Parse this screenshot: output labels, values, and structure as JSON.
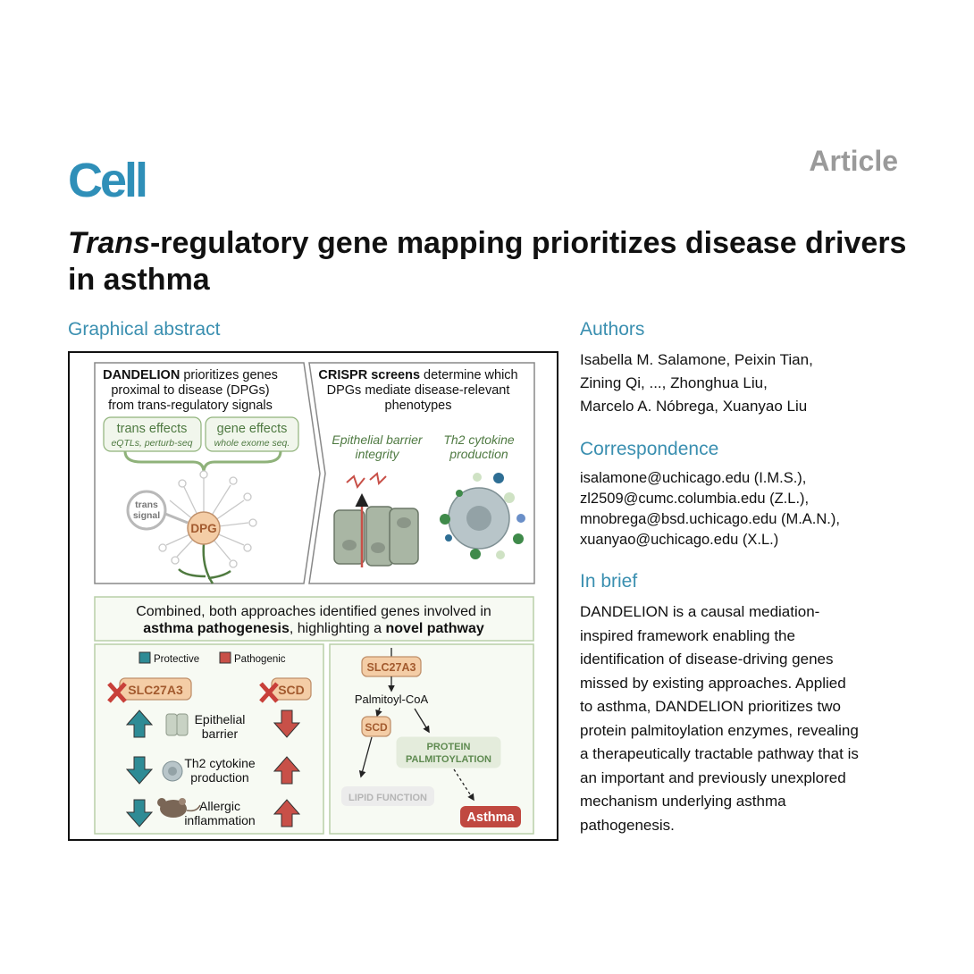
{
  "journal": "Cell",
  "article_type": "Article",
  "title": {
    "italic": "Trans",
    "rest": "-regulatory gene mapping prioritizes disease drivers in asthma"
  },
  "graphical_abstract": {
    "heading": "Graphical abstract",
    "panel1": {
      "line1_bold": "DANDELION",
      "line1_rest": " prioritizes genes",
      "line2": "proximal to disease (DPGs)",
      "line3": "from trans-regulatory signals",
      "trans_title": "trans effects",
      "trans_sub": "eQTLs, perturb-seq",
      "gene_title": "gene effects",
      "gene_sub": "whole exome seq.",
      "trans_signal_1": "trans",
      "trans_signal_2": "signal",
      "dpg": "DPG"
    },
    "panel2": {
      "line1_bold": "CRISPR screens",
      "line1_rest": " determine which",
      "line2": "DPGs mediate disease-relevant",
      "line3": "phenotypes",
      "epi_1": "Epithelial barrier",
      "epi_2": "integrity",
      "th2_1": "Th2 cytokine",
      "th2_2": "production"
    },
    "combined": {
      "line1": "Combined, both approaches identified genes involved in",
      "line2_b1": "asthma pathogenesis",
      "line2_mid": ", highlighting a ",
      "line2_b2": "novel pathway"
    },
    "legend": {
      "protective": "Protective",
      "pathogenic": "Pathogenic"
    },
    "genes": {
      "slc": "SLC27A3",
      "scd": "SCD"
    },
    "phenotypes": {
      "epi_1": "Epithelial",
      "epi_2": "barrier",
      "th2_1": "Th2 cytokine",
      "th2_2": "production",
      "all_1": "Allergic",
      "all_2": "inflammation"
    },
    "pathway": {
      "slc": "SLC27A3",
      "palm": "Palmitoyl-CoA",
      "scd": "SCD",
      "protein_1": "PROTEIN",
      "protein_2": "PALMITOYLATION",
      "lipid": "LIPID FUNCTION",
      "asthma": "Asthma"
    },
    "colors": {
      "protective": "#2e8b95",
      "pathogenic": "#c85048",
      "green": "#5e8a50",
      "orange": "#f4cda6"
    }
  },
  "authors": {
    "heading": "Authors",
    "lines": [
      "Isabella M. Salamone, Peixin Tian,",
      "Zining Qi, ..., Zhonghua Liu,",
      "Marcelo A. Nóbrega, Xuanyao Liu"
    ]
  },
  "correspondence": {
    "heading": "Correspondence",
    "lines": [
      "isalamone@uchicago.edu (I.M.S.),",
      "zl2509@cumc.columbia.edu (Z.L.),",
      "mnobrega@bsd.uchicago.edu (M.A.N.),",
      "xuanyao@uchicago.edu (X.L.)"
    ]
  },
  "in_brief": {
    "heading": "In brief",
    "lines": [
      "DANDELION is a causal mediation-",
      "inspired framework enabling the",
      "identification of disease-driving genes",
      "missed by existing approaches. Applied",
      "to asthma, DANDELION prioritizes two",
      "protein palmitoylation enzymes, revealing",
      "a therapeutically tractable pathway that is",
      "an important and previously unexplored",
      "mechanism underlying asthma",
      "pathogenesis."
    ]
  }
}
